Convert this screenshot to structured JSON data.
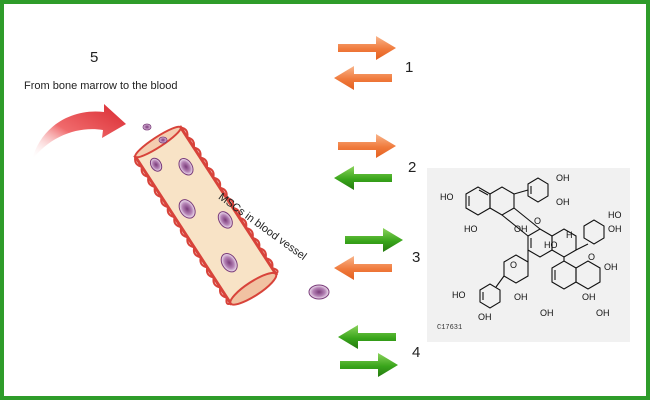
{
  "labels": {
    "source_number": "5",
    "source_caption": "From bone marrow to the blood",
    "vessel_caption": "MSCs in blood vessel",
    "compound_code": "C17631"
  },
  "arrow_pairs": [
    {
      "number": "1",
      "top_arrow_color": "orange",
      "bottom_arrow_color": "orange"
    },
    {
      "number": "2",
      "top_arrow_color": "orange",
      "bottom_arrow_color": "green"
    },
    {
      "number": "3",
      "top_arrow_color": "green",
      "bottom_arrow_color": "orange"
    },
    {
      "number": "4",
      "top_arrow_color": "green",
      "bottom_arrow_color": "green"
    }
  ],
  "chem_atoms": [
    "HO",
    "HO",
    "OH",
    "OH",
    "O",
    "OH",
    "HO",
    "O",
    "H",
    "OH",
    "HO",
    "OH",
    "OH",
    "OH",
    "HO",
    "OH",
    "OH",
    "O",
    "OH"
  ],
  "colors": {
    "border": "#2e9c2a",
    "orange": "#f07a3c",
    "green": "#39a51b",
    "vessel": "#f8e3c6",
    "vessel_wall": "#d8433a",
    "red_arrow": "#e2383c"
  }
}
